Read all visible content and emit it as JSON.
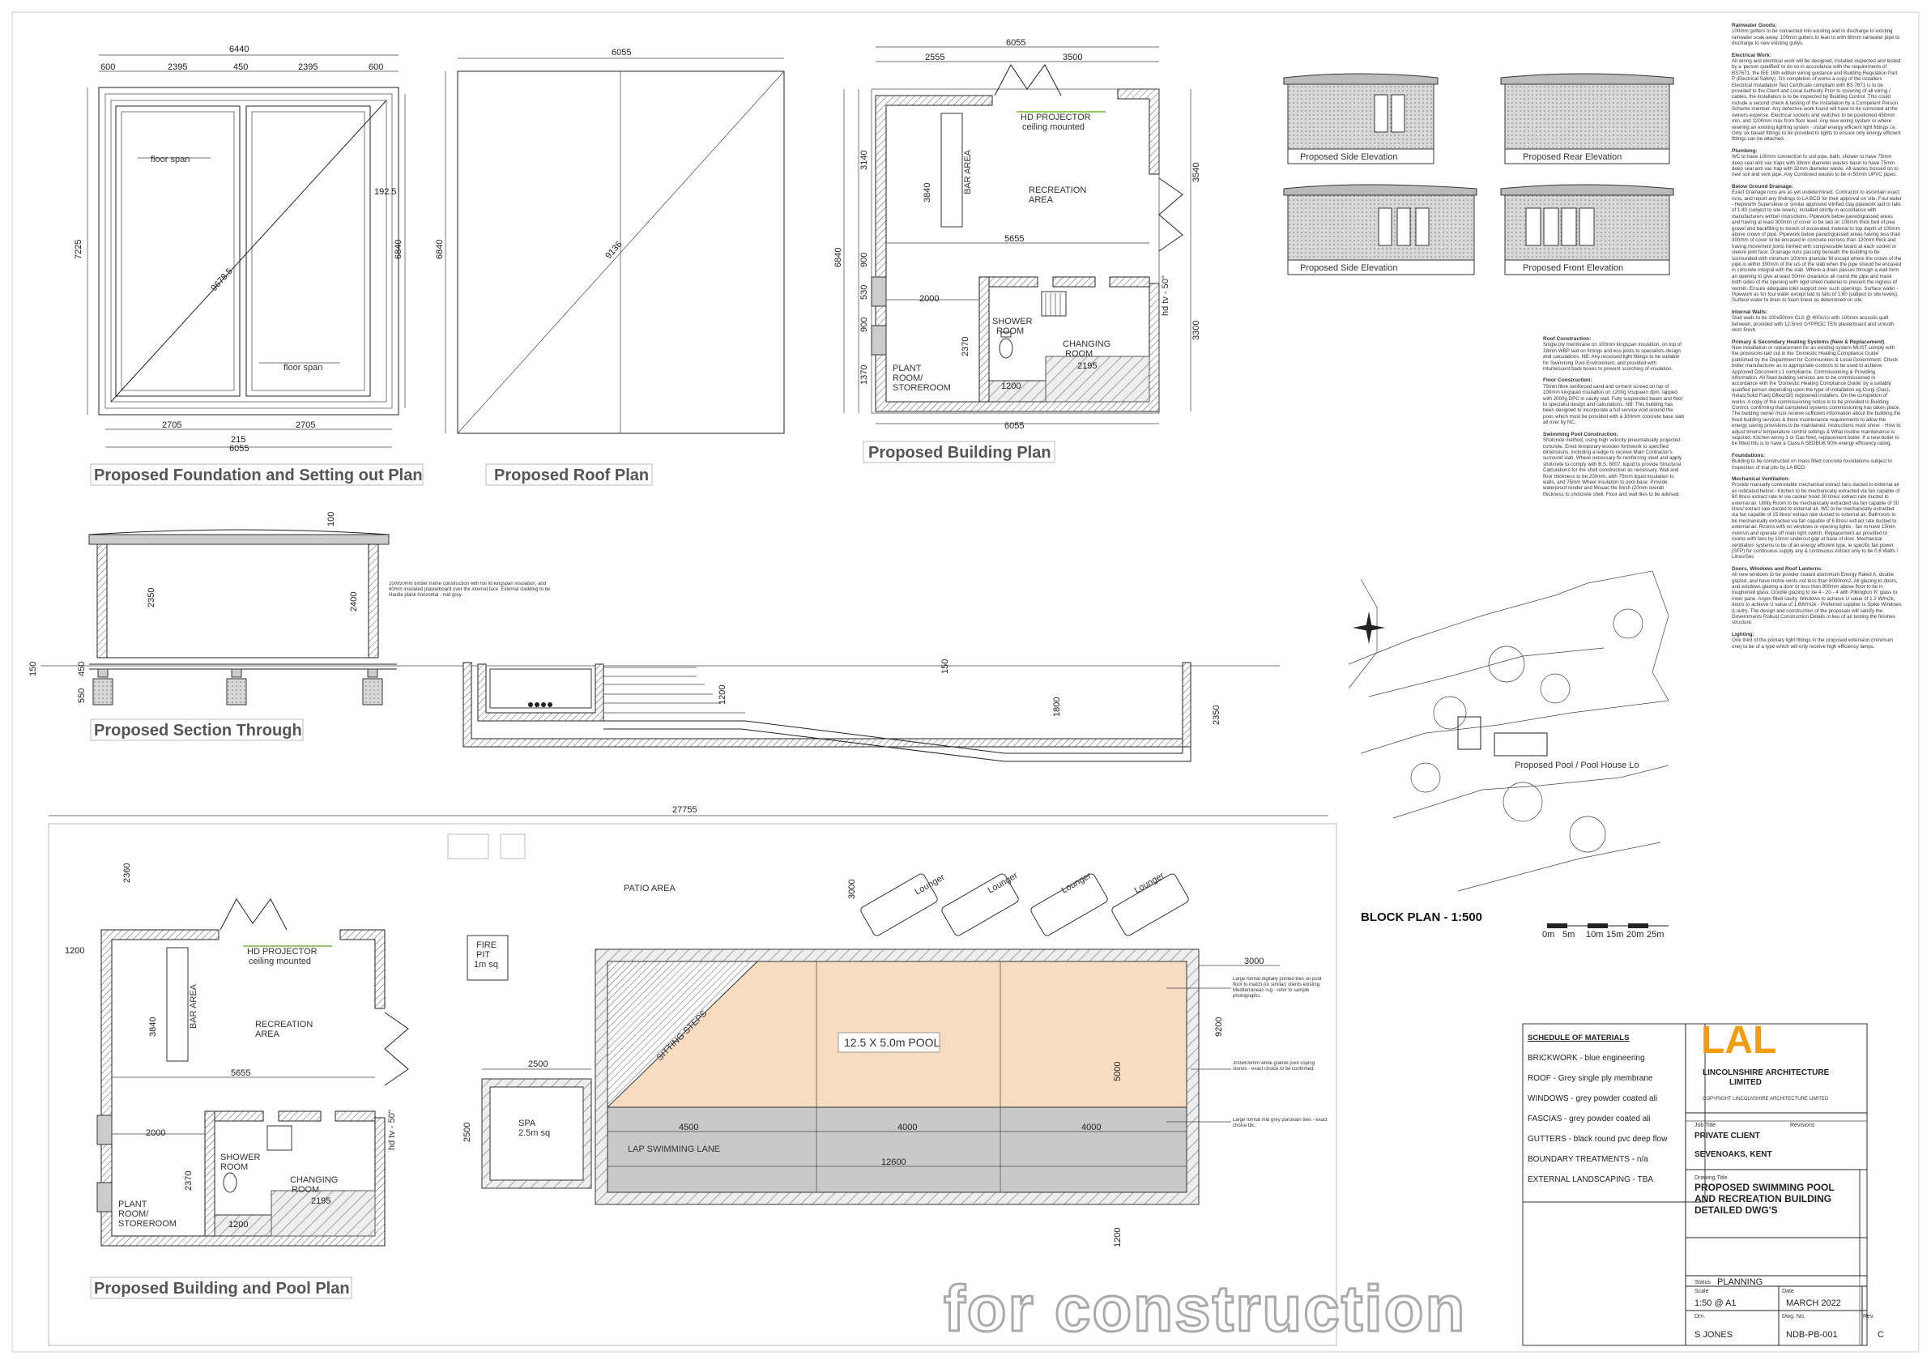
{
  "titles": {
    "foundation": "Proposed Foundation and Setting out Plan",
    "roof": "Proposed Roof Plan",
    "building": "Proposed Building Plan",
    "section": "Proposed Section Through",
    "building_pool": "Proposed Building and Pool Plan",
    "block": "BLOCK PLAN - 1:500"
  },
  "foundation": {
    "dim_total": "6440",
    "dims_top": [
      "600",
      "2395",
      "450",
      "2395",
      "600"
    ],
    "dim_left": "7225",
    "dim_right_a": "192.5",
    "dim_right_b": "6840",
    "dim_diag": "9678.5",
    "dims_bottom": [
      "2705",
      "215",
      "2705"
    ],
    "dim_bottom_total": "6055",
    "label_span_1": "floor span",
    "label_span_2": "floor span"
  },
  "roof": {
    "dim_top": "6055",
    "dim_left": "6840",
    "dim_diag": "9136"
  },
  "building": {
    "dim_top": "6055",
    "dims_top": [
      "2555",
      "3500"
    ],
    "dims_left": [
      "3140",
      "900",
      "530",
      "900",
      "1370"
    ],
    "dim_left_total": "6840",
    "dims_right": [
      "3540",
      "3300"
    ],
    "dim_mid": "5655",
    "dim_bar": "3840",
    "dim_2000": "2000",
    "dim_2370": "2370",
    "dim_1200": "1200",
    "dim_2195": "2195",
    "dim_bottom": "6055",
    "hd_projector": "HD PROJECTOR",
    "ceiling_mounted": "ceiling mounted",
    "bar_area": "BAR AREA",
    "recreation": "RECREATION",
    "area": "AREA",
    "shower": "SHOWER",
    "room": "ROOM",
    "changing": "CHANGING",
    "changing_room": "ROOM",
    "plant": "PLANT",
    "plant_room": "ROOM/",
    "storeroom": "STOREROOM",
    "hd_tv": "hd tv - 50\""
  },
  "section": {
    "dim_100": "100",
    "dim_2350": "2350",
    "dim_2400": "2400",
    "dim_150": "150",
    "dim_450": "450",
    "dim_550": "550",
    "dim_150b": "150",
    "dim_1200": "1200",
    "dim_1800": "1800",
    "dim_2350b": "2350",
    "note": "100x50mm timber frame construction with foil fill kingspan insulation, and 60mm insulated plasterboard over the internal face. External cladding to be Hardie plank horizontal - mid grey."
  },
  "elevations": {
    "side1": "Proposed Side Elevation",
    "rear": "Proposed Rear Elevation",
    "side2": "Proposed Side Elevation",
    "front": "Proposed Front Elevation"
  },
  "pool_plan": {
    "dim_total": "27755",
    "dim_2360": "2360",
    "dim_1200": "1200",
    "dim_3000": "3000",
    "dim_3000b": "3000",
    "dim_9200": "9200",
    "dim_5000": "5000",
    "dim_1200b": "1200",
    "dim_2500": "2500",
    "dim_2500b": "2500",
    "dims_pool": [
      "4500",
      "4000",
      "4000"
    ],
    "dim_pool_total": "12600",
    "patio": "PATIO AREA",
    "fire_pit": "FIRE",
    "fire_pit2": "PIT",
    "fire_size": "1m sq",
    "lounger": "Lounger",
    "pool_label": "12.5 X 5.0m POOL",
    "sitting_steps": "SITTING STEPS",
    "lap_lane": "LAP SWIMMING LANE",
    "spa": "SPA",
    "spa_size": "2.5m sq",
    "note_tiles": "Large format digitally printed tiles on pool floor to match (or similar) clients existing Mediterranean rug - refer to sample photographs.",
    "note_coping": "300x600mm white granite pool coping stones - exact choice to be confirmed.",
    "note_grey": "Large format mid grey porcelain tiles - exact choice tbc.",
    "block_note": "Proposed Pool / Pool House Lo"
  },
  "schedule": {
    "heading": "SCHEDULE OF MATERIALS",
    "items": [
      "BRICKWORK - blue engineering",
      "ROOF - Grey single ply membrane",
      "WINDOWS - grey powder coated ali",
      "FASCIAS - grey powder coated ali",
      "GUTTERS - black round pvc deep flow",
      "BOUNDARY TREATMENTS - n/a",
      "EXTERNAL LANDSCAPING - TBA"
    ]
  },
  "title_block": {
    "logo": "LAL",
    "company": "LINCOLNSHIRE ARCHITECTURE",
    "company2": "LIMITED",
    "copyright": "COPYRIGHT LINCOLNSHIRE ARCHITECTURE LIMITED",
    "job_title_label": "Job Title",
    "client": "PRIVATE CLIENT",
    "location": "SEVENOAKS, KENT",
    "revisions_label": "Revisions",
    "drawing_title_label": "Drawing Title",
    "drawing_title_1": "PROPOSED SWIMMING POOL",
    "drawing_title_2": "AND RECREATION BUILDING",
    "drawing_title_3": "DETAILED DWG'S",
    "status_label": "Status",
    "status": "PLANNING",
    "scale_label": "Scale",
    "scale": "1:50 @ A1",
    "date_label": "Date",
    "date": "MARCH 2022",
    "drawn_label": "Drn.",
    "drawn": "S JONES",
    "dwg_label": "Dwg. No.",
    "dwg": "NDB-PB-001",
    "rev_label": "Rev.",
    "rev": "C"
  },
  "watermark": "for construction",
  "block_scale": [
    "0m",
    "5m",
    "10m",
    "15m",
    "20m",
    "25m"
  ],
  "notes": [
    {
      "h": "Rainwater Goods:",
      "t": "100mm gutters to be connected into existing and to discharge to existing rainwater soak-away. 100mm gutters to lean to with 68mm rainwater pipe to discharge to new existing gullys."
    },
    {
      "h": "Electrical Work:",
      "t": "All wiring and electrical work will be designed, installed inspected and tested by a 'person qualified' to do so in accordance with the requirements of BS7671, the IEE 16th edition wiring guidance and Building Regulation Part P (Electrical Safety). On completion of works a copy of the installers Electrical Installation Test Certificate compliant with BS 7671 is to be provided to the Client and Local Authority Prior to covering of all wiring / cables, the installation is to be inspected by Building Control. This could include a second check & testing of the installation by a Competent Person Scheme member. Any defective work found will have to be corrected at the owners expense. Electrical sockets and switches to be positioned 450mm min. and 1200mm max from floor level. Any new wiring system or where rewiring an existing lighting system - install energy efficient light fittings i.e. Only six based fittings to be provided to lights to ensure only energy efficient fittings can be attached."
    },
    {
      "h": "Plumbing:",
      "t": "WC to have 100mm connection to soil pipe, bath, shower to have 75mm deep seal anti vac traps with 38mm diameter wastes basin to have 75mm deep seal anti vac trap with 32mm diameter waste. All wastes bossed on to new soil and vent pipe. Any Combined wastes to be in 50mm UPVC pipes."
    },
    {
      "h": "Below Ground Drainage:",
      "t": "Exact Drainage runs are as yet undetermined. Contractor to ascertain exact runs, and report any findings to LA BCO for their approval on site. Foul water - Hepworth Supersleve or similar approved vitrified clay pipework laid to falls of 1:40 (subject to site levels), installed strictly in accordance with manufacturers written instructions. Pipework below paved/grassed areas and having at least 300mm of cover to be laid on 100mm thick bed of pea gravel and backfilling to trench of excavated material to top depth of 100mm above crown of pipe. Pipework below paved/grassed areas having less than 300mm of cover to be encased in concrete not less than 120mm thick and having movement joints formed with compressible board at each socket or sleeve joint face. Drainage runs passing beneath the building to be surrounded with minimum 100mm granular fill except where the crown of the pipe is within 300mm of the u/s of the slab when the pipe should be encased in concrete integral with the slab. Where a drain passes through a wall form an opening to give at least 50mm clearance all round the pipe and mask both sides of the opening with rigid sheet material to prevent the ingress of vermin. Ensure adequate inlet support over such openings. Surface water - Pipework as for foul water except laid to falls of 1:60 (subject to site levels). Surface water to drain to foam linear as determined on site."
    },
    {
      "h": "Internal Walls:",
      "t": "Stud walls to be 100x50mm CLS @ 400c/cs with 100mm acoustic quilt between, provided with 12.5mm GYPROC TEN plasterboard and smooth skim finish."
    },
    {
      "h": "Primary & Secondary Heating Systems (New & Replacement)",
      "t": "New installation or replacement for an existing system MUST comply with the provisions laid out in the 'Domestic Heating Compliance Guide' published by the Department for Communities & Local Government. Check boiler manufacturer as to appropriate controls to be used to achieve Approved Document L1 compliance. Commissioning & Providing Information. All fixed building services are to be commissioned in accordance with the 'Domestic Heating Compliance Guide' by a suitably qualified person depending upon the type of installation eg Corgi (Gas), Hetas(Solid Fuel),Oftec(Oil) registered installers. On the completion of works: A copy of the commissioning notice is to be provided to Building Control, confirming that completed systems commissioning has taken place. The building owner must receive sufficient information about the building,the fixed building services & there maintenance requirements to allow the energy saving provisions to be maintained. Instructions must show: - How to adjust timers/ temperature control settings & What routine maintenance is required. Kitchen wiring 1 or Gas fired, replacement boiler. If a new boiler to be fitted this is to have a Class A SEDBUK 90% energy efficiency rating."
    },
    {
      "h": "Foundations:",
      "t": "Building to be constructed on mass filled concrete foundations subject to inspection of trial pits by LA BCO."
    },
    {
      "h": "Mechanical Ventilation:",
      "t": "Provide manually controllable mechanical extract fans ducted to external air as indicated below:- Kitchen to be mechanically extracted via fan capable of 60 litres/ extract rate or via cooker hood 30 litres/ extract rate ducted to external air. Utility Room to be mechanically extracted via fan capable of 30 litres/ extract rate ducted to external air. WC to be mechanically extracted via fan capable of 15 litres/ extract rate ducted to external air. Bathroom to be mechanically extracted via fan capable of 6 litres/ extract rate ducted to external air. Rooms with no windows or opening lights - fan to have 15min overrun and operate off main light switch. Replacement air provided to rooms with fans by 10mm undercut gap at base of door. Mechanical ventilation systems to be of an energy efficient type, ie specific fan power (SFP) for continuous supply any & continuous extract only to be 0.8 Watts / Litres/Sec"
    },
    {
      "h": "Doors, Windows and Roof Lanterns:",
      "t": "All new windows to be powder coated aluminium Energy Rated A, double glazed, and have trickle vents not less than 8000mm2. All glazing to doors, and windows glazing a door or less than 800mm above floor to be in toughened glass. Double glazing to be 4 - 20 - 4 with Pilkington 'K' glass to inner pane. Argon filled cavity. Windows to achieve U value of 1.2 W/m2k, doors to achieve U value of 1.6W/m2k - Preferred supplier is Spike Windows (Louth). The design and construction of the proposals will satisfy the Governments Robust Construction Details in lieu of air testing the finishes structure."
    },
    {
      "h": "Lighting:",
      "t": "One third of the primary light fittings in the proposed extension (minimum one) to be of a type which will only receive high efficiency lamps."
    }
  ],
  "notes_mid": [
    {
      "h": "Roof Construction:",
      "t": "Single ply membrane on 100mm kingspan insulation, on top of 18mm WBP laid on firrings and eco joists to specialists design and calculations. NB: Any recessed light fittings to be suitable for Swimming Pool Environment, and provided with intumescent back boxes to prevent scorching of insulation."
    },
    {
      "h": "Floor Construction:",
      "t": "75mm fibre reinforced sand and cement screed on top of 100mm kingspan insulation on 1200g Visqueen dpm, lapped with 2000g DPC in cavity wall. Fully suspended beam and floor to specialist design and calculations. NB: This building has been designed to incorporate a full service void around the pool, which must be provided with a 100mm concrete base slab all over by NC."
    },
    {
      "h": "Swimming Pool Construction:",
      "t": "Shotcrete method, using high velocity pneumatically projected concrete. Erect temporary wooden formwork to specified dimensions, including a ledge to receive Main Contractor's surround slab. Where necessary fix reinforcing steel and apply shotcrete to comply with B.S. 8007, liquid to provide Structural Calculations for the shell construction as necessary. Wall and floor thickness to be 200mm, with 75mm liquid insulation to walls, and 75mm Wheel insulation to pool base. Provide waterproof render and Mosaic tile finish (20mm overall thickness to shotcrete shell. Floor and wall tiles to be advised."
    }
  ]
}
